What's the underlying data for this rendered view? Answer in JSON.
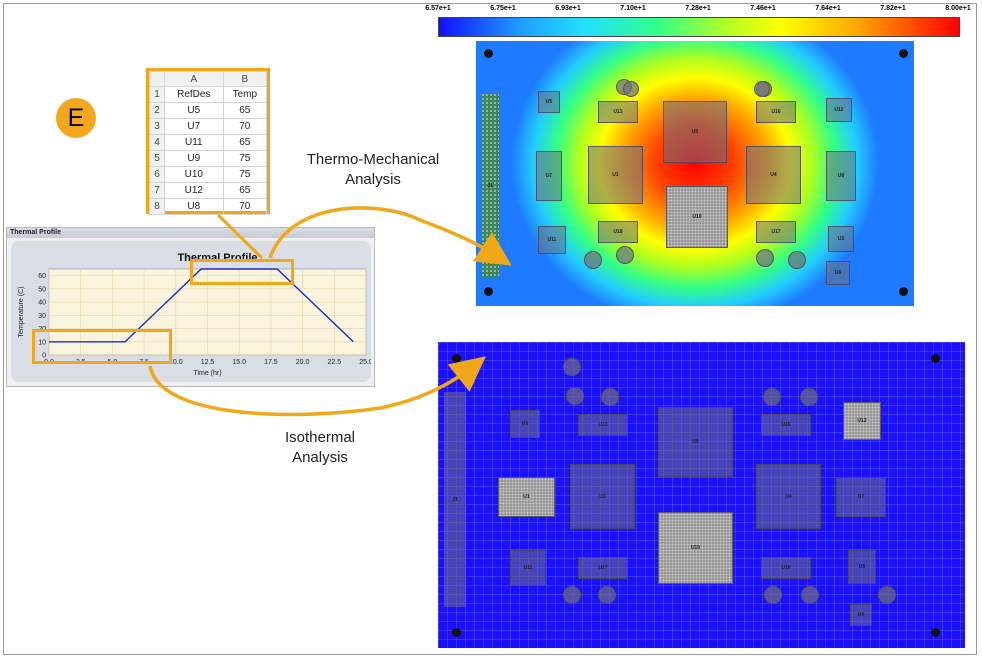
{
  "badge": "E",
  "labels": {
    "thermo_line1": "Thermo-Mechanical",
    "thermo_line2": "Analysis",
    "iso_line1": "Isothermal",
    "iso_line2": "Analysis"
  },
  "colors": {
    "accent": "#f0a818",
    "iso_board": "#1a10ff",
    "profile_line": "#1a2ad0"
  },
  "colorbar": {
    "ticks": [
      "6.57e+1",
      "6.75e+1",
      "6.93e+1",
      "7.10e+1",
      "7.28e+1",
      "7.46e+1",
      "7.64e+1",
      "7.82e+1",
      "8.00e+1"
    ]
  },
  "spreadsheet": {
    "columns": [
      "A",
      "B"
    ],
    "header_row": [
      "RefDes",
      "Temp"
    ],
    "rows": [
      {
        "n": "2",
        "refdes": "U5",
        "temp": "65"
      },
      {
        "n": "3",
        "refdes": "U7",
        "temp": "70"
      },
      {
        "n": "4",
        "refdes": "U11",
        "temp": "65"
      },
      {
        "n": "5",
        "refdes": "U9",
        "temp": "75"
      },
      {
        "n": "6",
        "refdes": "U10",
        "temp": "75"
      },
      {
        "n": "7",
        "refdes": "U12",
        "temp": "65"
      },
      {
        "n": "8",
        "refdes": "U8",
        "temp": "70"
      }
    ]
  },
  "profile_panel": {
    "title": "Thermal Profile"
  },
  "chart_data": {
    "type": "line",
    "title": "Thermal Profile",
    "xlabel": "Time (hr)",
    "ylabel": "Temperature (C)",
    "xlim": [
      0,
      25
    ],
    "ylim": [
      0,
      65
    ],
    "xticks": [
      "0.0",
      "2.5",
      "5.0",
      "7.5",
      "10.0",
      "12.5",
      "15.0",
      "17.5",
      "20.0",
      "22.5",
      "25.0"
    ],
    "yticks": [
      "0",
      "10",
      "20",
      "30",
      "40",
      "50",
      "60"
    ],
    "x": [
      0,
      6,
      12,
      18,
      24
    ],
    "y": [
      10,
      10,
      65,
      65,
      10
    ],
    "grid": true
  },
  "board_labels": {
    "thermal": [
      {
        "k": "U5",
        "t": "U5"
      },
      {
        "k": "U7",
        "t": "U7"
      },
      {
        "k": "U1",
        "t": "U1"
      },
      {
        "k": "U9",
        "t": "U9"
      },
      {
        "k": "U4",
        "t": "U4"
      },
      {
        "k": "U8",
        "t": "U8"
      },
      {
        "k": "U10",
        "t": "U10"
      },
      {
        "k": "U11",
        "t": "U11"
      },
      {
        "k": "U12",
        "t": "U12"
      },
      {
        "k": "U13",
        "t": "U13"
      },
      {
        "k": "U16",
        "t": "U16"
      },
      {
        "k": "U17",
        "t": "U17"
      },
      {
        "k": "U18",
        "t": "U18"
      },
      {
        "k": "U3",
        "t": "U3"
      },
      {
        "k": "U6",
        "t": "U6"
      },
      {
        "k": "J1",
        "t": "J1"
      }
    ],
    "iso": [
      {
        "k": "U1",
        "t": "U1"
      },
      {
        "k": "U5",
        "t": "U5"
      },
      {
        "k": "U13",
        "t": "U13"
      },
      {
        "k": "U9",
        "t": "U9"
      },
      {
        "k": "U16",
        "t": "U16"
      },
      {
        "k": "U12",
        "t": "U12"
      },
      {
        "k": "U7",
        "t": "U7"
      },
      {
        "k": "U3",
        "t": "U3"
      },
      {
        "k": "U4",
        "t": "U4"
      },
      {
        "k": "U8",
        "t": "U8"
      },
      {
        "k": "U10",
        "t": "U10"
      },
      {
        "k": "U11",
        "t": "U11"
      },
      {
        "k": "U17",
        "t": "U17"
      },
      {
        "k": "U18",
        "t": "U18"
      },
      {
        "k": "U6",
        "t": "U6"
      },
      {
        "k": "J1",
        "t": "J1"
      }
    ]
  }
}
